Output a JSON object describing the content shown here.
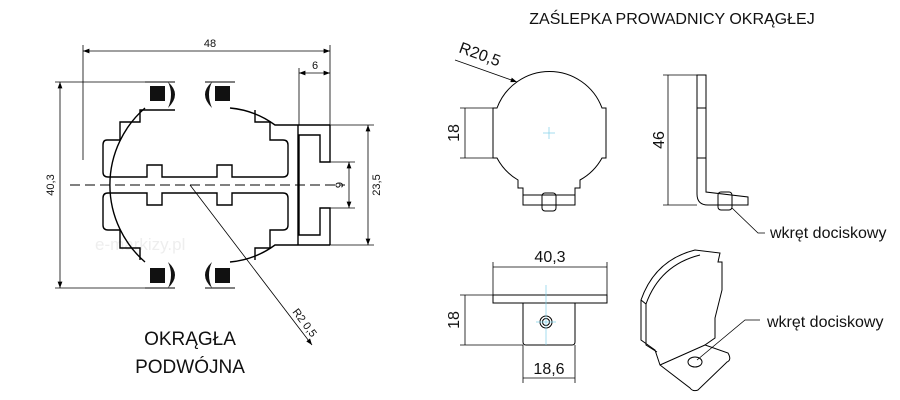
{
  "title": "ZAŚLEPKA PROWADNICY OKRĄGŁEJ",
  "profile": {
    "name_line1": "OKRĄGŁA",
    "name_line2": "PODWÓJNA",
    "dims": {
      "width": "48",
      "flange": "6",
      "height": "40,3",
      "slot": "9",
      "t_height": "23,5",
      "radius": "R2 0,5"
    },
    "watermark": "e-markizy.pl"
  },
  "cap": {
    "radius": "R20,5",
    "front_flat": "18",
    "side_height": "46",
    "bottom_width": "40,3",
    "bottom_depth": "18",
    "tab_width": "18,6",
    "screw_label_side": "wkręt dociskowy",
    "screw_label_iso": "wkręt dociskowy"
  }
}
